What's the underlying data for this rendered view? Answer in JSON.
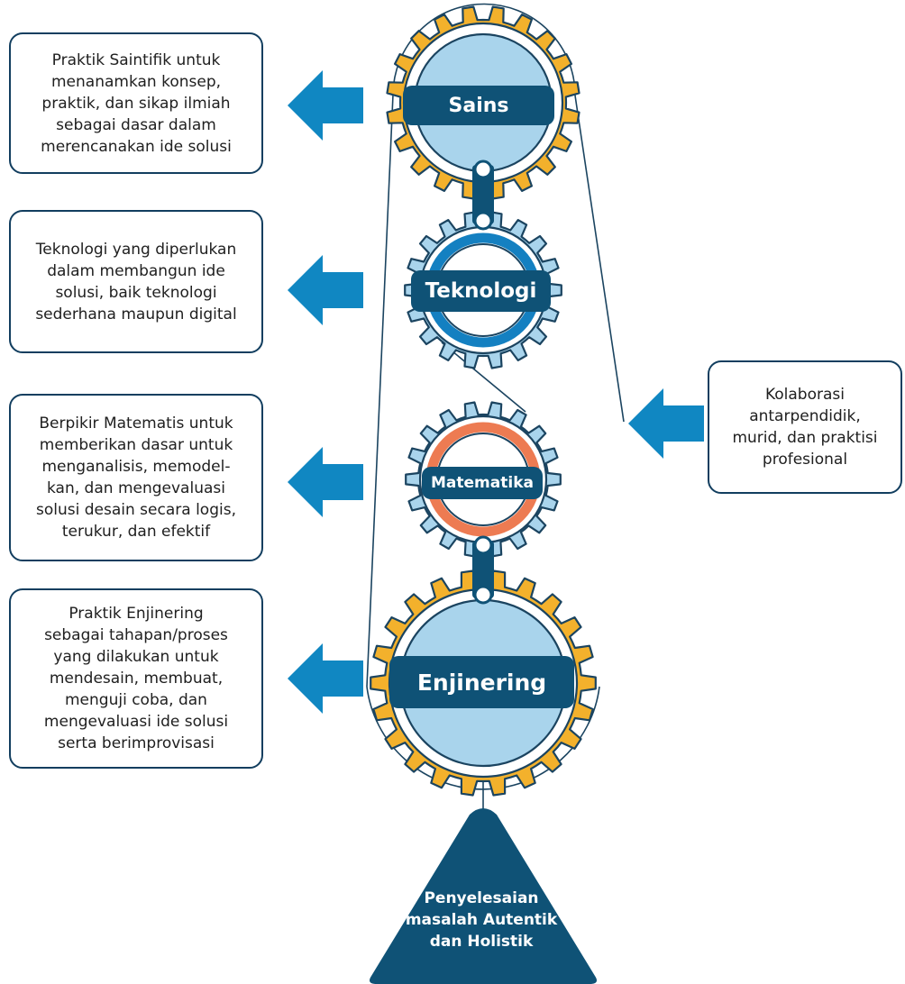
{
  "gears": [
    {
      "label": "Sains"
    },
    {
      "label": "Teknologi"
    },
    {
      "label": "Matematika"
    },
    {
      "label": "Enjinering"
    }
  ],
  "descriptions": {
    "sains": [
      "Praktik Saintifik untuk",
      "menanamkan konsep,",
      "praktik, dan sikap ilmiah",
      "sebagai dasar dalam",
      "merencanakan ide solusi"
    ],
    "teknologi": [
      "Teknologi yang diperlukan",
      "dalam membangun ide",
      "solusi, baik teknologi",
      "sederhana maupun digital"
    ],
    "matematika": [
      "Berpikir Matematis untuk",
      "memberikan dasar untuk",
      "menganalisis, memodel-",
      "kan, dan mengevaluasi",
      "solusi desain secara logis,",
      "terukur, dan efektif"
    ],
    "enjinering": [
      "Praktik Enjinering",
      "sebagai tahapan/proses",
      "yang dilakukan untuk",
      "mendesain, membuat,",
      "menguji coba, dan",
      "mengevaluasi ide solusi",
      "serta berimprovisasi"
    ]
  },
  "collaboration": [
    "Kolaborasi",
    "antarpendidik,",
    "murid, dan praktisi",
    "profesional"
  ],
  "outcome": [
    "Penyelesaian",
    "masalah Autentik",
    "dan Holistik"
  ],
  "colors": {
    "navy": "#0f5276",
    "dark_navy": "#123e5f",
    "arrow_blue": "#1087c2",
    "gear_yellow": "#f3b12c",
    "gear_light_blue": "#a9d4ec",
    "ring_blue": "#1480c1",
    "ring_orange": "#ed7b52",
    "gear_outline": "#1b4460"
  }
}
